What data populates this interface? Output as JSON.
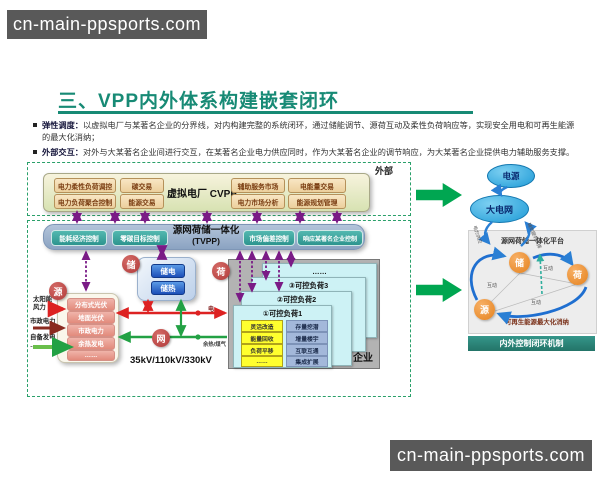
{
  "watermark": "cn-main-ppsports.com",
  "slide": {
    "title": "三、VPP内外体系构建嵌套闭环",
    "bullets": [
      {
        "label": "弹性调度：",
        "text": "以虚拟电厂与某著名企业的分界线，对内构建完整的系统闭环，通过储能调节、源荷互动及柔性负荷响应等，实现安全用电和可再生能源的最大化消纳；"
      },
      {
        "label": "外部交互：",
        "text": "对外与大某著名企业间进行交互，在某著名企业电力供应同时，作为大某著名企业的调节响应，为大某著名企业提供电力辅助服务支撑。"
      }
    ]
  },
  "diagram": {
    "external_label": "外部",
    "cvpp": {
      "title": "虚拟电厂 CVPP",
      "items": [
        "电力柔性负荷调控",
        "电力负荷聚合控制",
        "碳交易",
        "能源交易",
        "辅助服务市场",
        "电力市场分析",
        "电能量交易",
        "能源规划管理"
      ]
    },
    "tvpp": {
      "title": "源网荷储一体化",
      "subtitle": "(TVPP)",
      "pills": [
        "能耗经济控制",
        "零碳目标控制",
        "市场偏差控制",
        "响应某著名企业控制"
      ]
    },
    "nodes": {
      "source": "源",
      "storage": "储",
      "load": "荷",
      "grid": "网"
    },
    "storage_items": [
      "储电",
      "储热"
    ],
    "source_items": [
      "分布式光伏",
      "地面光伏",
      "市政电力",
      "余热发电",
      "……"
    ],
    "inputs": [
      {
        "line1": "太阳能",
        "line2": "风力"
      },
      {
        "line1": "市政电力",
        "line2": ""
      },
      {
        "line1": "自备发电",
        "line2": "…"
      }
    ],
    "labels": {
      "electric": "电",
      "heat_gas": "余热/煤气",
      "voltage": "35kV/110kV/330kV"
    },
    "enterprise": {
      "label": "企业",
      "card_back": "……",
      "card3": "③可控负荷3",
      "card2": "②可控负荷2",
      "card1": "①可控负荷1",
      "yellow_items": [
        "灵活改造",
        "能量回收",
        "负荷平移",
        "……"
      ],
      "blue_items": [
        "存量挖潜",
        "增量楼宇",
        "互联互通",
        "集成扩展"
      ]
    }
  },
  "right_panel": {
    "power": "电源",
    "big_grid": "大电网",
    "supply_label": "电力供应",
    "service_label": "辅助服务支撑",
    "platform": {
      "title": "源网荷储一体化平台",
      "storage": "储",
      "load": "荷",
      "source": "源",
      "interact": "互动",
      "note": "可再生能源最大化消纳"
    },
    "banner": "内外控制闭环机制"
  },
  "colors": {
    "title_teal": "#178a75",
    "dashed_border": "#2aa06a",
    "purple_arrow": "#7a1b86",
    "red_line": "#dd2222",
    "green_line": "#22a144",
    "green_block": "#00a651",
    "banner_teal": "#2e8b80"
  }
}
